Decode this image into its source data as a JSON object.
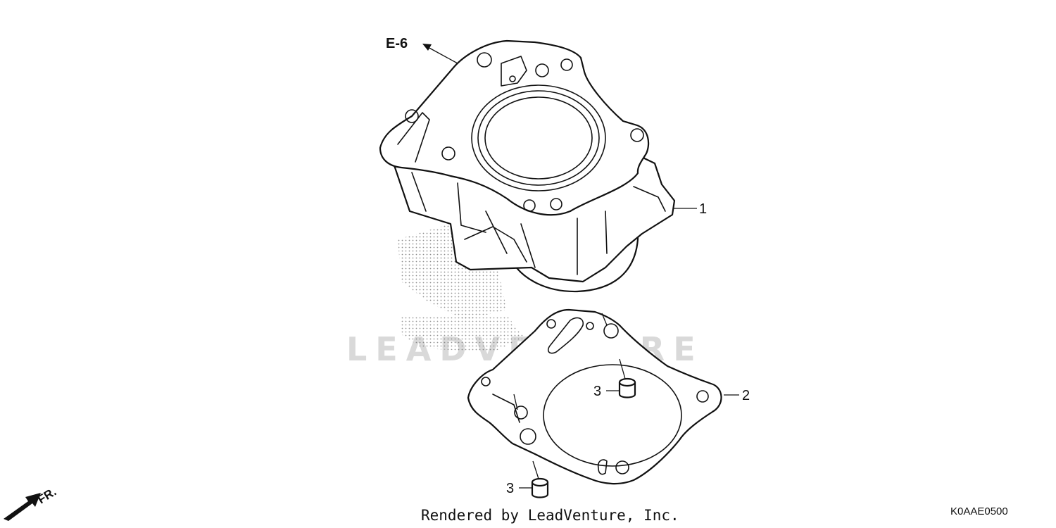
{
  "diagram": {
    "reference_label": "E-6",
    "direction_label": "FR.",
    "watermark": "LEADVENTURE",
    "credit": "Rendered by LeadVenture, Inc.",
    "diagram_code": "K0AAE0500",
    "callouts": {
      "cylinder": "1",
      "gasket": "2",
      "dowel_upper": "3",
      "dowel_lower": "3"
    }
  }
}
